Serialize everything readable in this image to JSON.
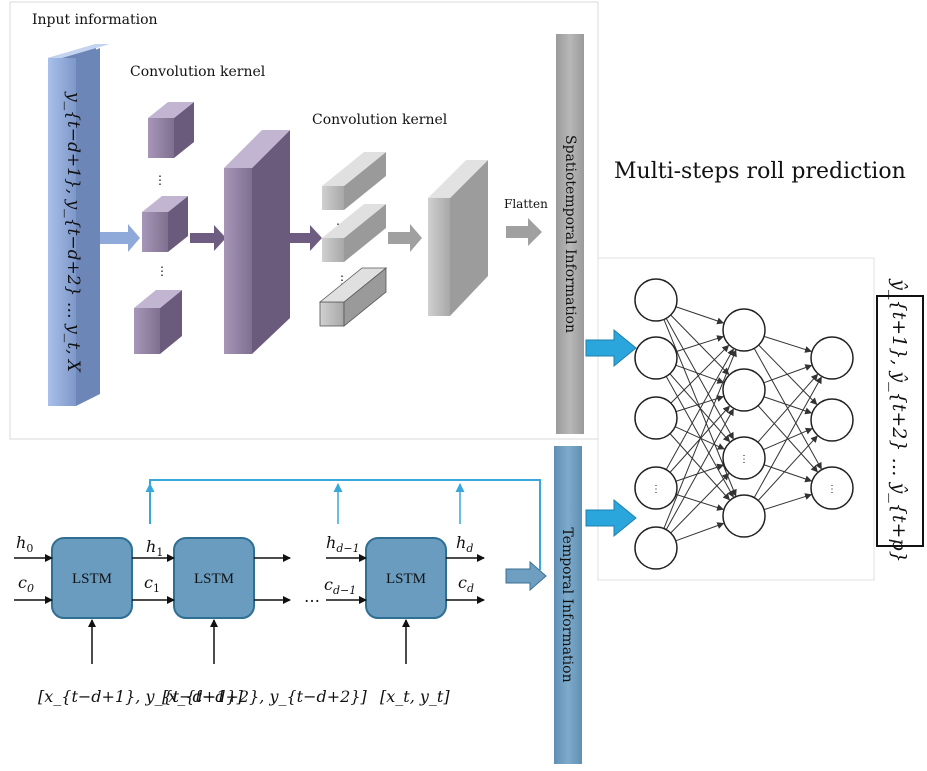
{
  "labels": {
    "input_information": "Input information",
    "conv_kernel_1": "Convolution kernel",
    "conv_kernel_2": "Convolution kernel",
    "flatten": "Flatten",
    "spatiotemporal": "Spatiotemporal Information",
    "temporal": "Temporal Information",
    "multi_step": "Multi-steps roll prediction",
    "input_vector": "y_{t−d+1}, y_{t−d+2} … y_t, X",
    "output_vector": "ŷ_{t+1}, ŷ_{t+2} … ŷ_{t+p}",
    "ellipsis": "⋮",
    "cell_ellipsis": "…"
  },
  "lstm": {
    "label": "LSTM",
    "h0": "h",
    "h0_sub": "0",
    "c0": "c",
    "c0_sub": "0",
    "h1": "h",
    "h1_sub": "1",
    "c1": "c",
    "c1_sub": "1",
    "hd1": "h",
    "hd1_sub": "d−1",
    "cd1": "c",
    "cd1_sub": "d−1",
    "hd": "h",
    "hd_sub": "d",
    "cd": "c",
    "cd_sub": "d",
    "input_1": "[x_{t−d+1}, y_{t−d+1}]",
    "input_2": "[x_{t−d+2}, y_{t−d+2}]",
    "input_3": "[x_t, y_t]"
  },
  "network": {
    "layer_sizes": [
      5,
      4,
      3
    ]
  },
  "colors": {
    "input_block": "#8fa9d8",
    "kernel_purple": "#8c7a9e",
    "gray_block": "#b0b0b0",
    "spatio_bar": "#a6a6a6",
    "temporal_bar": "#6f9fc0",
    "lstm_box": "#6a9cc0",
    "arrow_blue": "#2aa6dc",
    "feedback_line": "#3aa7da"
  }
}
